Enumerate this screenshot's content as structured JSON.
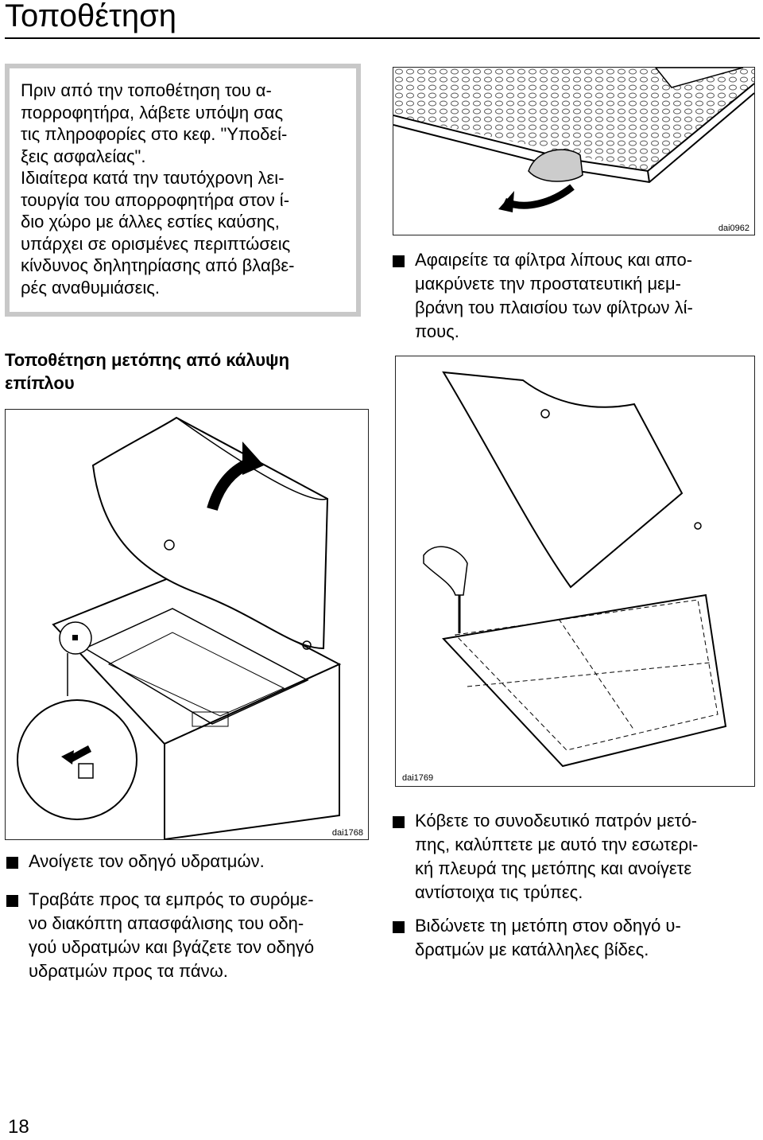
{
  "header": {
    "title": "Τοποθέτηση"
  },
  "note": {
    "text": "Πριν από την τοποθέτηση του α-\nπορροφητήρα, λάβετε υπόψη σας\nτις πληροφορίες στο κεφ. \"Υποδεί-\nξεις ασφαλείας\".\nΙδιαίτερα κατά την ταυτόχρονη λει-\nτουργία του απορροφητήρα στον ί-\nδιο χώρο με άλλες εστίες καύσης,\nυπάρχει σε ορισμένες περιπτώσεις\nκίνδυνος δηλητηρίασης από βλαβε-\nρές αναθυμιάσεις."
  },
  "section": {
    "heading": "Τοποθέτηση μετόπης από κάλυψη\nεπίπλου"
  },
  "figures": {
    "filter": {
      "label": "dai0962"
    },
    "drawer": {
      "label": "dai1768"
    },
    "drill": {
      "label": "dai1769"
    }
  },
  "steps": {
    "remove_filters": "Αφαιρείτε τα φίλτρα λίπους και απο-\nμακρύνετε την προστατευτική μεμ-\nβράνη του πλαισίου των φίλτρων λί-\nπους.",
    "open_guide": "Ανοίγετε τον οδηγό υδρατμών.",
    "pull_switch": "Τραβάτε προς τα εμπρός το συρόμε-\nνο διακόπτη απασφάλισης του οδη-\nγού υδρατμών και βγάζετε τον οδηγό\nυδρατμών προς τα πάνω.",
    "cut_template": "Κόβετε το συνοδευτικό πατρόν μετό-\nπης, καλύπτετε με αυτό την εσωτερι-\nκή πλευρά της μετόπης και ανοίγετε\nαντίστοιχα τις τρύπες.",
    "screw_panel": "Βιδώνετε τη μετόπη στον οδηγό υ-\nδρατμών με κατάλληλες βίδες."
  },
  "footer": {
    "page_number": "18"
  }
}
